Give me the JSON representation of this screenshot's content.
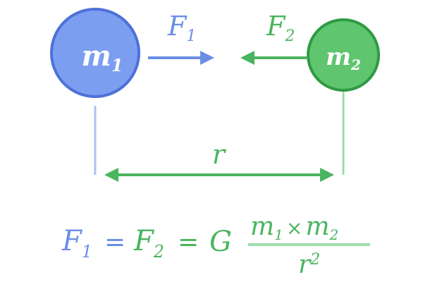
{
  "colors": {
    "blue": "#6b8de6",
    "blue_fill": "#7c9ef0",
    "blue_edge": "#4e70d8",
    "blue_light": "#a9c3f3",
    "green": "#4bb45f",
    "green_fill": "#5fc56f",
    "green_edge": "#2f9a45",
    "green_light": "#9fdcaa",
    "white": "#ffffff"
  },
  "mass1": {
    "symbol": "m",
    "subscript": "1"
  },
  "mass2": {
    "symbol": "m",
    "subscript": "2"
  },
  "force1": {
    "symbol": "F",
    "subscript": "1"
  },
  "force2": {
    "symbol": "F",
    "subscript": "2"
  },
  "distance": {
    "label": "r"
  },
  "formula": {
    "f1": {
      "symbol": "F",
      "subscript": "1"
    },
    "eq1": "=",
    "f2": {
      "symbol": "F",
      "subscript": "2"
    },
    "eq2": "=",
    "constant": "G",
    "numerator": {
      "m1": "m",
      "m1_sub": "1",
      "times": "×",
      "m2": "m",
      "m2_sub": "2"
    },
    "denominator": {
      "base": "r",
      "exponent": "2"
    }
  }
}
